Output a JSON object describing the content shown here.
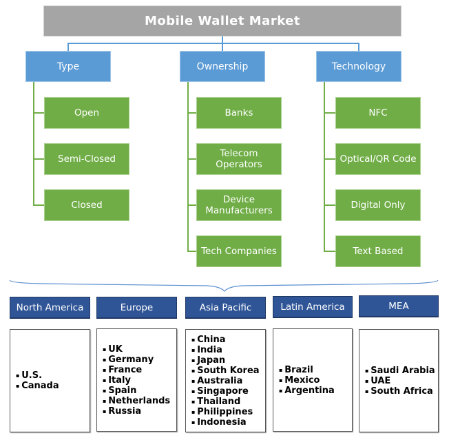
{
  "title": "Mobile Wallet Market",
  "categories": [
    {
      "label": "Type",
      "items": [
        "Open",
        "Semi-Closed",
        "Closed"
      ]
    },
    {
      "label": "Ownership",
      "items": [
        "Banks",
        "Telecom Operators",
        "Device Manufacturers",
        "Tech Companies"
      ]
    },
    {
      "label": "Technology",
      "items": [
        "NFC",
        "Optical/QR Code",
        "Digital Only",
        "Text Based"
      ]
    }
  ],
  "regions": [
    {
      "label": "North America",
      "countries": [
        "U.S.",
        "Canada"
      ]
    },
    {
      "label": "Europe",
      "countries": [
        "UK",
        "Germany",
        "France",
        "Italy",
        "Spain",
        "Netherlands",
        "Russia"
      ]
    },
    {
      "label": "Asia Pacific",
      "countries": [
        "China",
        "India",
        "Japan",
        "South Korea",
        "Australia",
        "Singapore",
        "Thailand",
        "Philippines",
        "Indonesia"
      ]
    },
    {
      "label": "Latin America",
      "countries": [
        "Brazil",
        "Mexico",
        "Argentina"
      ]
    },
    {
      "label": "MEA",
      "countries": [
        "Saudi Arabia",
        "UAE",
        "South Africa"
      ]
    }
  ],
  "colors": {
    "title": "#a5a5a5",
    "category": "#5b9bd5",
    "item": "#70ad47",
    "region": "#2f5597"
  }
}
